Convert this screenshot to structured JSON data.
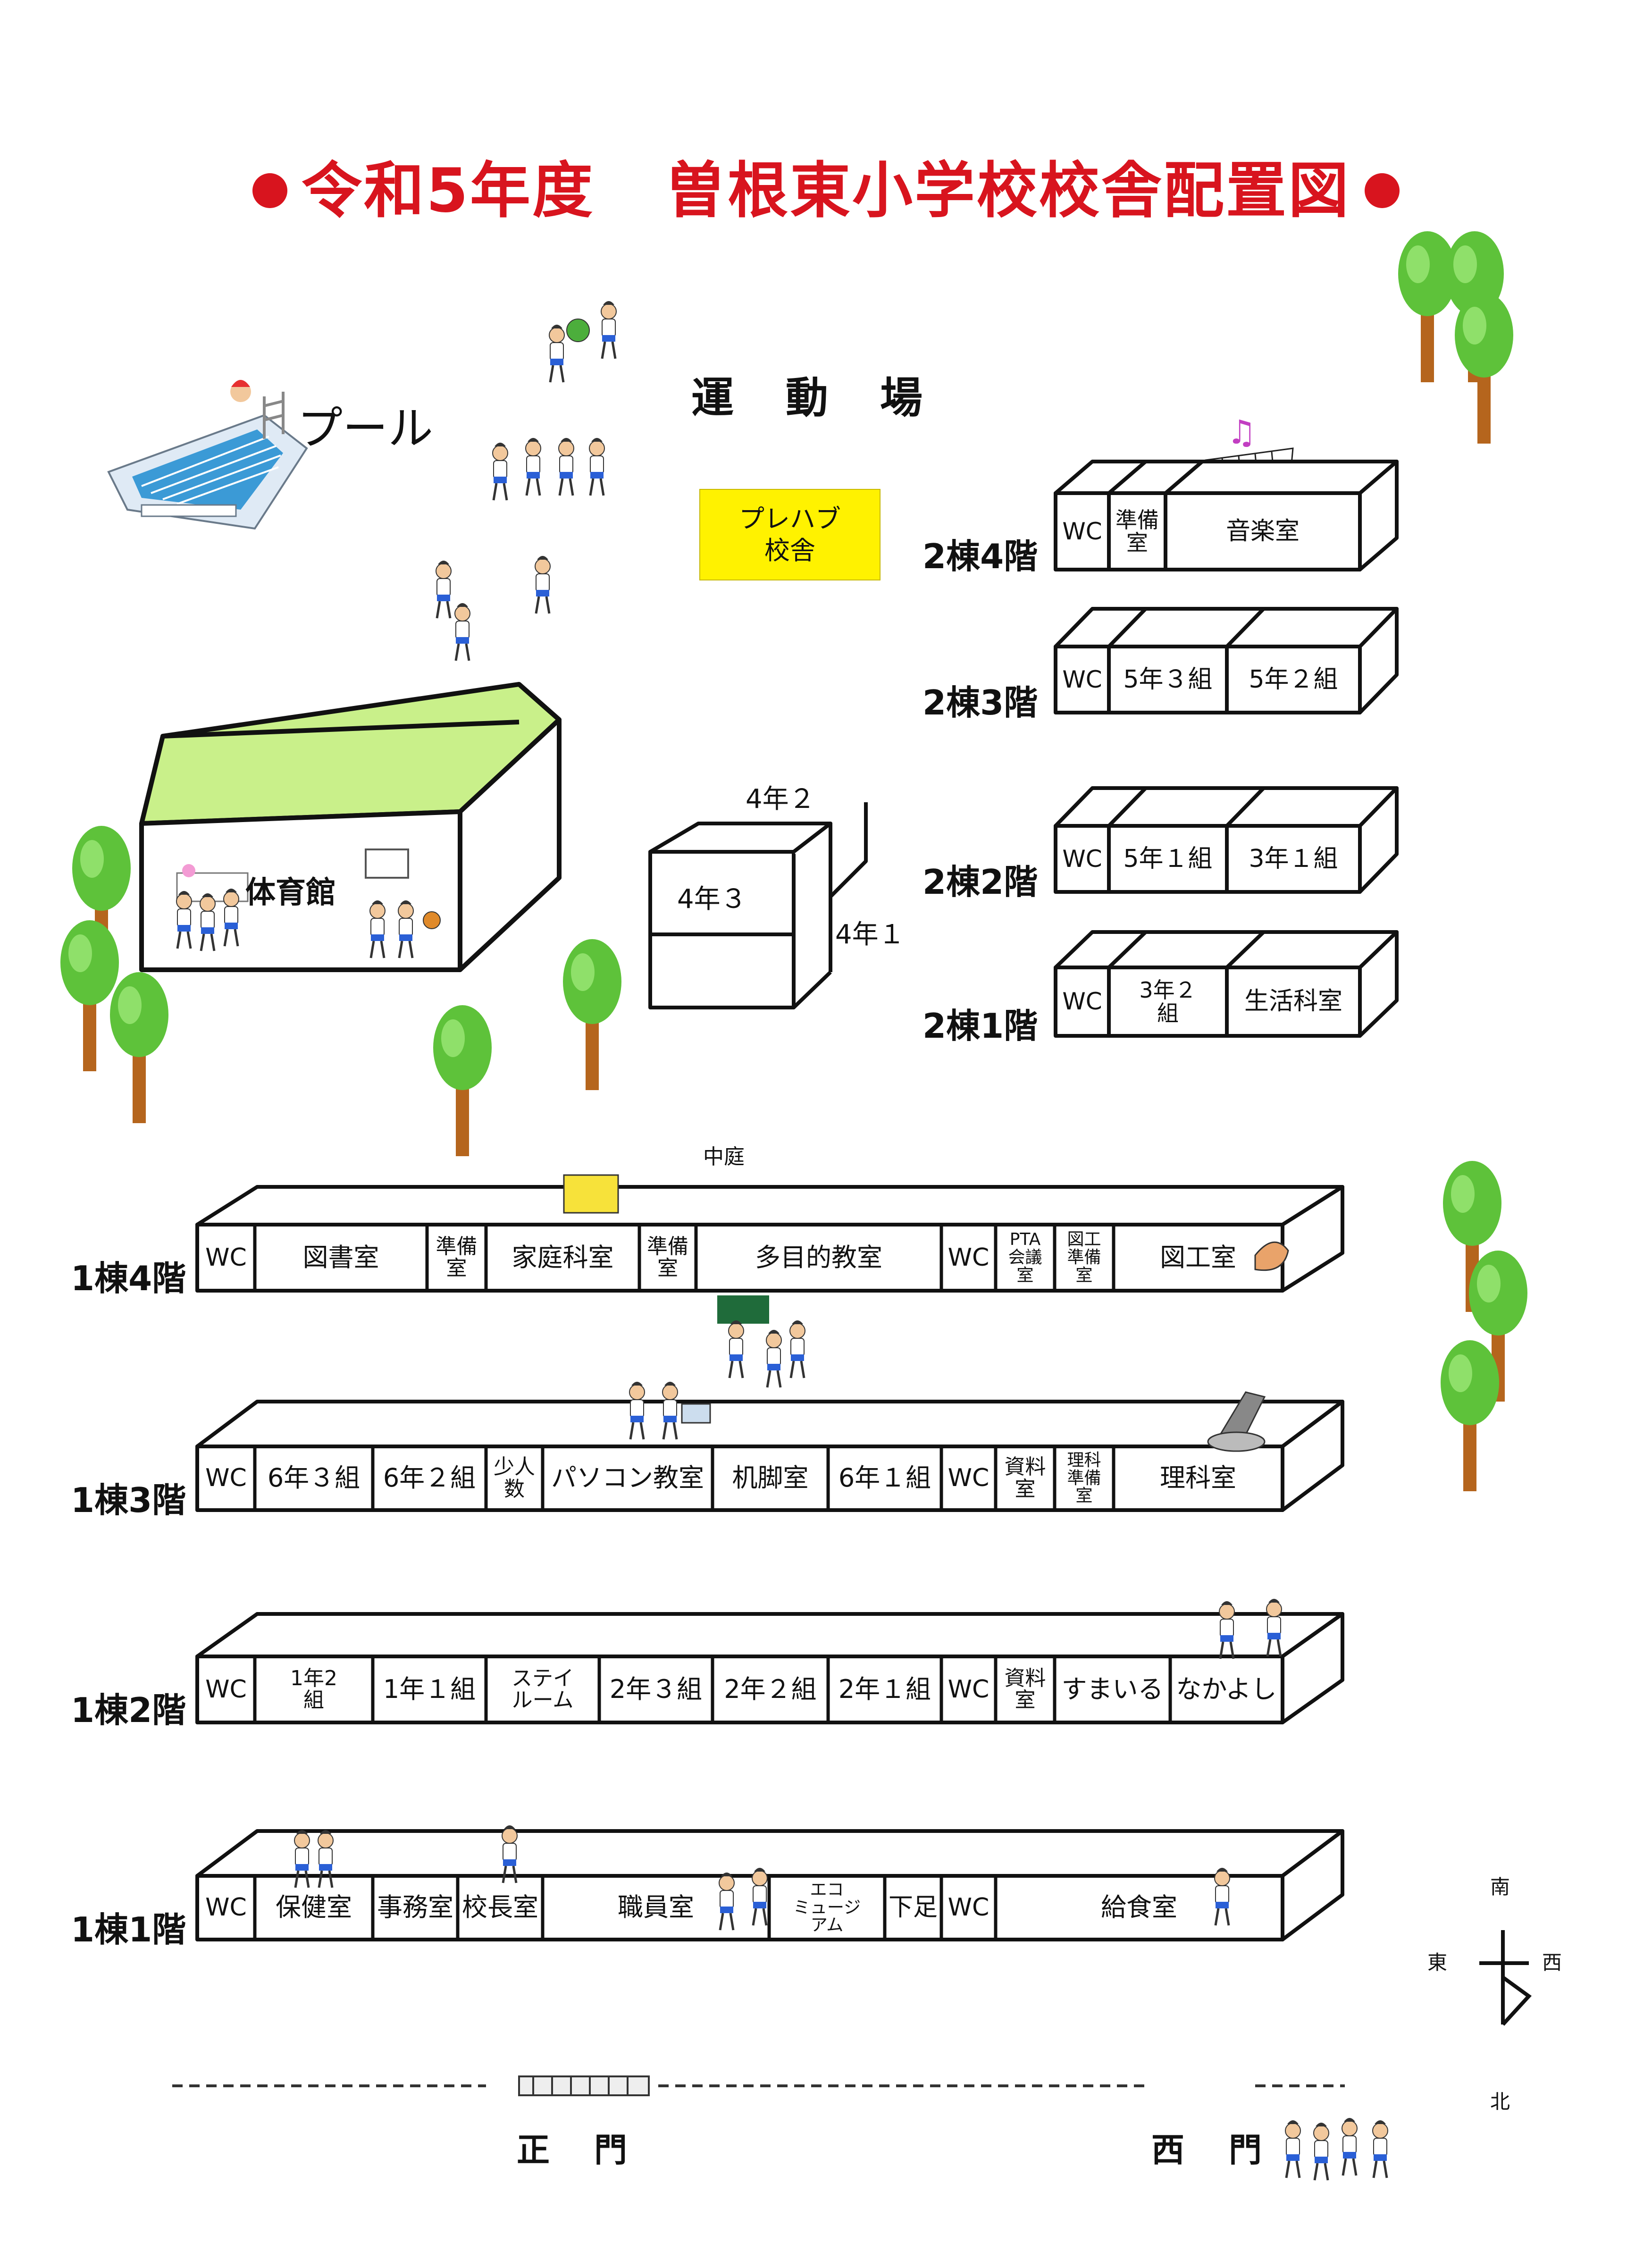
{
  "title": "令和5年度　曽根東小学校校舎配置図",
  "title_parts": {
    "year": "令和5年度",
    "school": "曽根東小学校校舎配置図"
  },
  "labels": {
    "pool": "プール",
    "field": "運　動　場",
    "gym": "体育館",
    "prefab_line1": "プレハブ",
    "prefab_line2": "校舎",
    "courtyard": "中庭",
    "main_gate": "正　門",
    "west_gate": "西　門"
  },
  "compass": {
    "south": "南",
    "east": "東",
    "west": "西",
    "north": "北"
  },
  "block4": {
    "top": "4年２",
    "middle": "4年３",
    "side": "4年１"
  },
  "building2": [
    {
      "floor": "2棟4階",
      "rooms": [
        "WC",
        "準備\n室",
        "音楽室"
      ]
    },
    {
      "floor": "2棟3階",
      "rooms": [
        "WC",
        "5年３組",
        "5年２組"
      ]
    },
    {
      "floor": "2棟2階",
      "rooms": [
        "WC",
        "5年１組",
        "3年１組"
      ]
    },
    {
      "floor": "2棟1階",
      "rooms": [
        "WC",
        "3年２\n組",
        "生活科室"
      ]
    }
  ],
  "building1": [
    {
      "floor": "1棟4階",
      "rooms": [
        "WC",
        "図書室",
        "準備\n室",
        "家庭科室",
        "準備\n室",
        "多目的教室",
        "WC",
        "PTA\n会議\n室",
        "図工\n準備\n室",
        "図工室"
      ]
    },
    {
      "floor": "1棟3階",
      "rooms": [
        "WC",
        "6年３組",
        "6年２組",
        "少人\n数",
        "パソコン教室",
        "机脚室",
        "6年１組",
        "WC",
        "資料\n室",
        "理科\n準備\n室",
        "理科室"
      ]
    },
    {
      "floor": "1棟2階",
      "rooms": [
        "WC",
        "1年2\n組",
        "1年１組",
        "ステイ\nルーム",
        "2年３組",
        "2年２組",
        "2年１組",
        "WC",
        "資料\n室",
        "すまいる",
        "なかよし"
      ]
    },
    {
      "floor": "1棟1階",
      "rooms": [
        "WC",
        "保健室",
        "事務室",
        "校長室",
        "職員室",
        "エコ\nミュージ\nアム",
        "下足",
        "WC",
        "給食室"
      ]
    }
  ],
  "colors": {
    "title_red": "#d8141e",
    "gym_roof": "#c9f08a",
    "prefab_yellow": "#fff200",
    "tree_green": "#5ec23a",
    "trunk": "#b5651d"
  }
}
